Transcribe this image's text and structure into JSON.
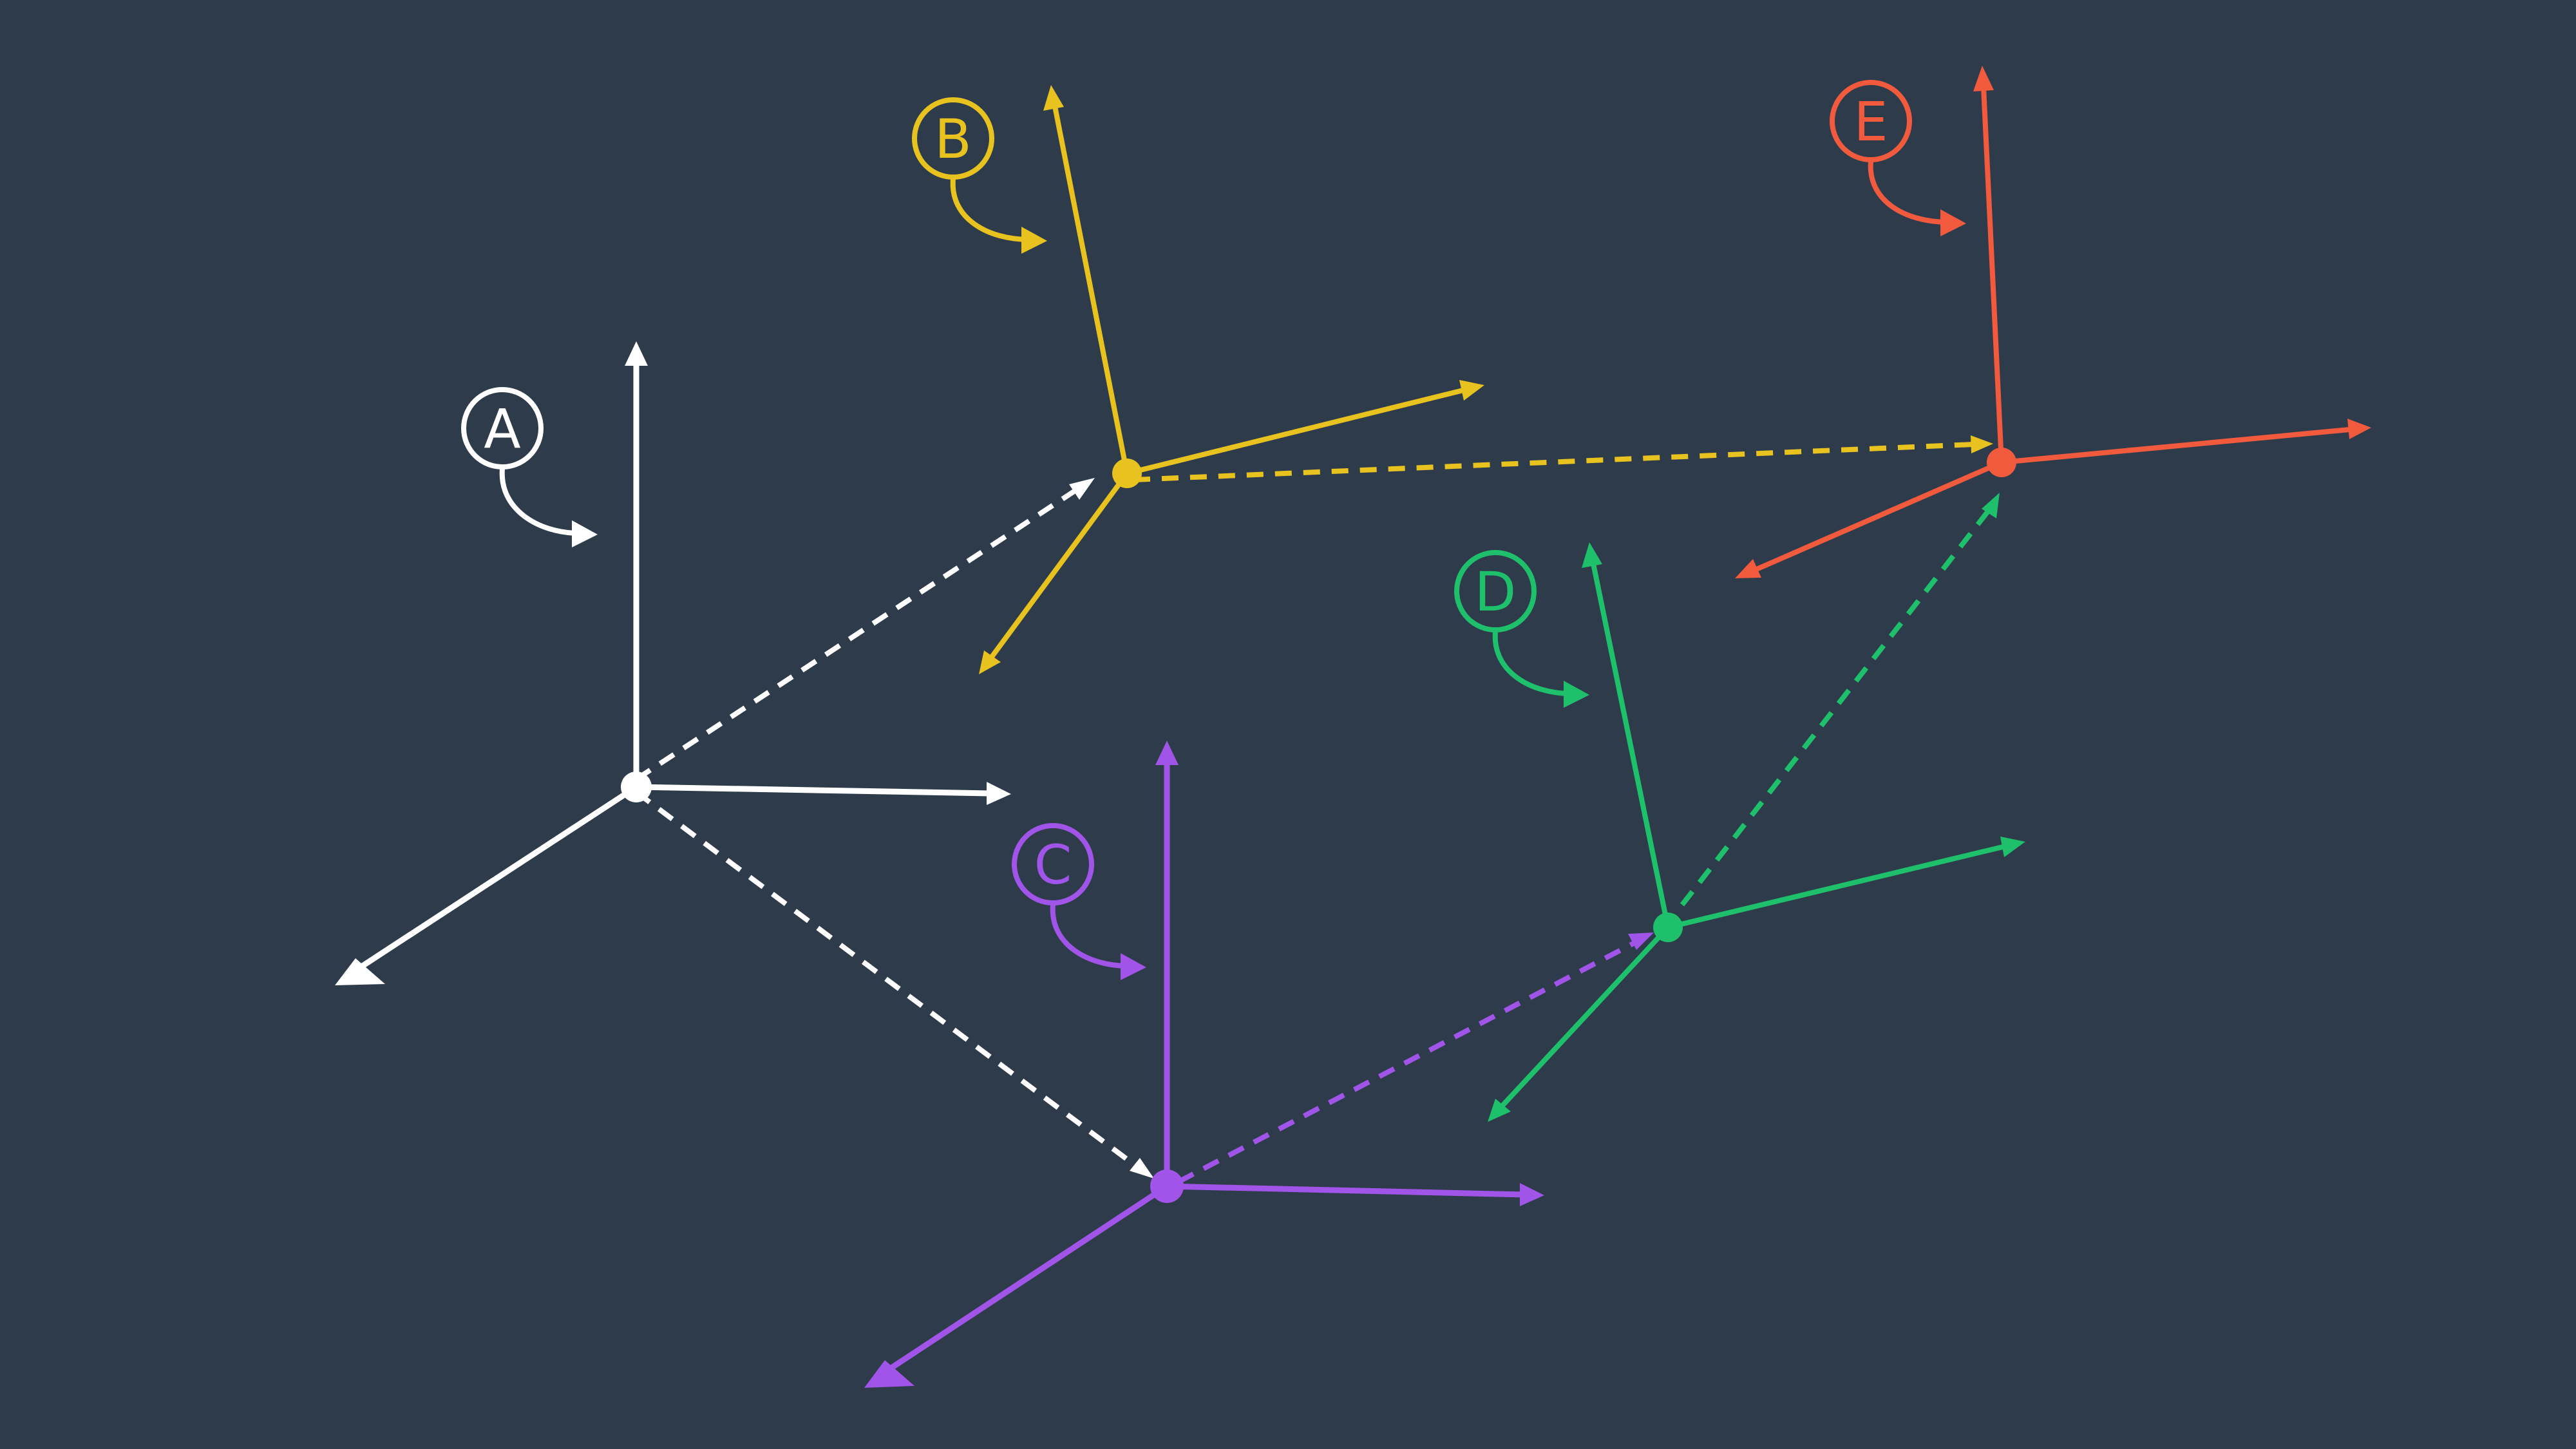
{
  "background": "#2e3b4a",
  "frames": [
    {
      "id": "A",
      "label": "A",
      "color": "#ffffff"
    },
    {
      "id": "B",
      "label": "B",
      "color": "#e8c21f"
    },
    {
      "id": "C",
      "label": "C",
      "color": "#a054e8"
    },
    {
      "id": "D",
      "label": "D",
      "color": "#1ec06b"
    },
    {
      "id": "E",
      "label": "E",
      "color": "#f25a3e"
    }
  ],
  "transforms": [
    {
      "from": "A",
      "to": "B",
      "color": "#ffffff"
    },
    {
      "from": "A",
      "to": "C",
      "color": "#ffffff"
    },
    {
      "from": "B",
      "to": "E",
      "color": "#e8c21f"
    },
    {
      "from": "C",
      "to": "D",
      "color": "#a054e8"
    },
    {
      "from": "D",
      "to": "E",
      "color": "#1ec06b"
    }
  ]
}
